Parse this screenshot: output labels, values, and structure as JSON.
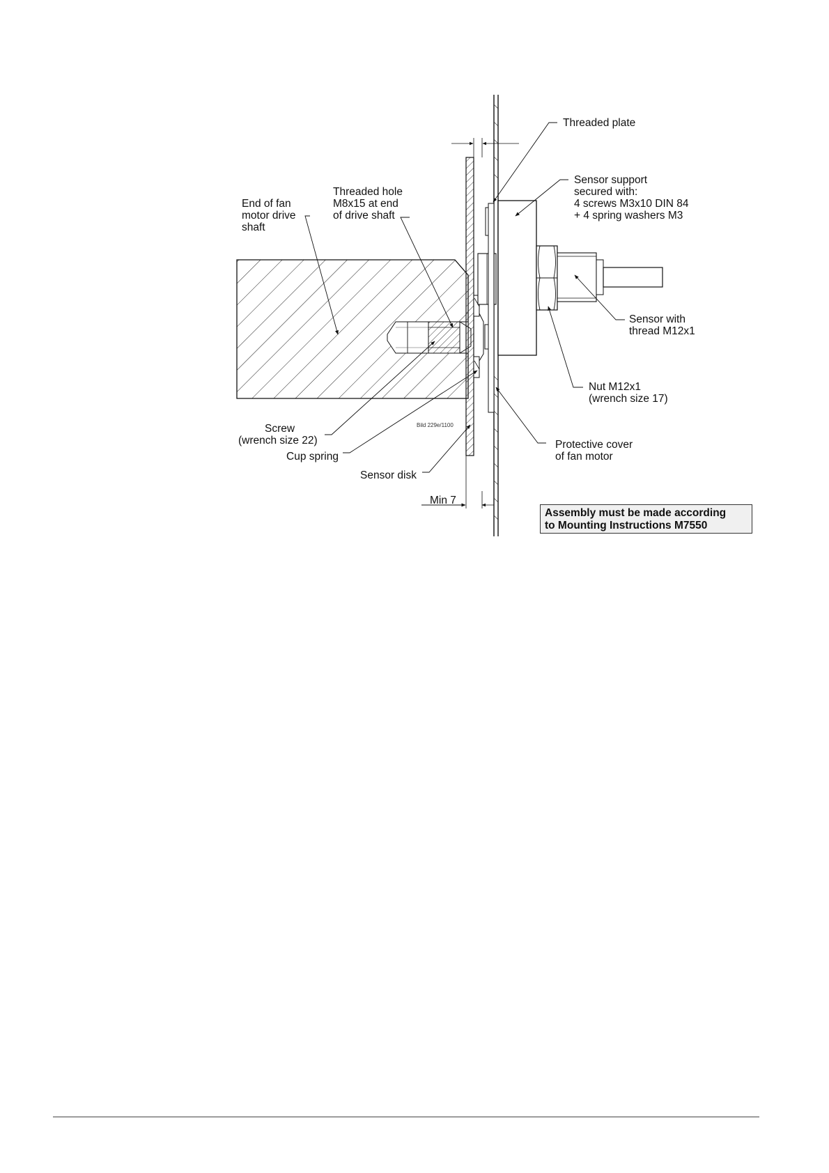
{
  "labels": {
    "threaded_plate": "Threaded plate",
    "sensor_support": [
      "Sensor support",
      "secured with:",
      "4 screws M3x10 DIN 84",
      "+ 4 spring washers M3"
    ],
    "end_of_shaft": [
      "End of fan",
      "motor drive",
      "shaft"
    ],
    "threaded_hole": [
      "Threaded hole",
      "M8x15 at end",
      "of drive shaft"
    ],
    "sensor_with_thread": [
      "Sensor with",
      "thread M12x1"
    ],
    "nut": [
      "Nut M12x1",
      "(wrench size 17)"
    ],
    "screw": [
      "Screw",
      "(wrench size 22)"
    ],
    "cup_spring": "Cup spring",
    "sensor_disk": "Sensor disk",
    "protective_cover": [
      "Protective cover",
      "of fan motor"
    ],
    "min_dimension": "Min 7",
    "drawing_ref": "Bild 229e/1100"
  },
  "note": [
    "Assembly must be made according",
    "to Mounting Instructions M7550"
  ],
  "colors": {
    "line": "#111111",
    "note_bg": "#f0f0f0"
  }
}
